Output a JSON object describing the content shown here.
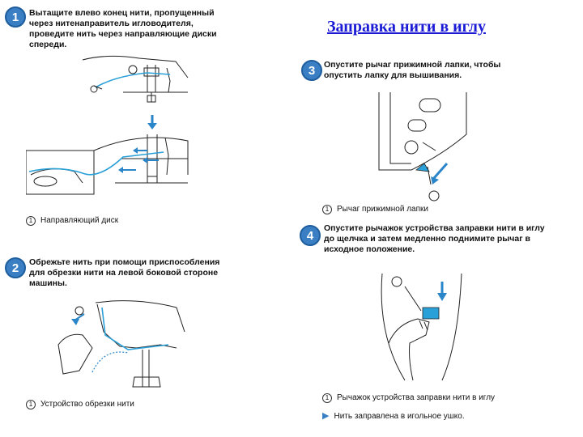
{
  "title": "Заправка нити в иглу",
  "steps": [
    {
      "number": "1",
      "text": "Вытащите влево конец нити, пропущенный через нитенаправитель игловодителя, проведите нить через направляющие диски спереди.",
      "caption_num": "1",
      "caption": "Направляющий диск"
    },
    {
      "number": "2",
      "text": "Обрежьте нить при помощи приспособления для обрезки нити на левой боковой стороне машины.",
      "caption_num": "1",
      "caption": "Устройство обрезки нити"
    },
    {
      "number": "3",
      "text": "Опустите рычаг прижимной лапки, чтобы опустить лапку для вышивания.",
      "caption_num": "1",
      "caption": "Рычаг прижимной лапки"
    },
    {
      "number": "4",
      "text": "Опустите рычажок устройства заправки нити в иглу до щелчка и затем медленно поднимите рычаг в исходное положение.",
      "caption_num": "1",
      "caption": "Рычажок устройства заправки нити в иглу",
      "result": "Нить заправлена в игольное ушко."
    }
  ],
  "colors": {
    "title": "#1b1bd6",
    "badge": "#3a7fc4",
    "thread": "#2aa0d8",
    "arrow": "#2a86c8"
  }
}
